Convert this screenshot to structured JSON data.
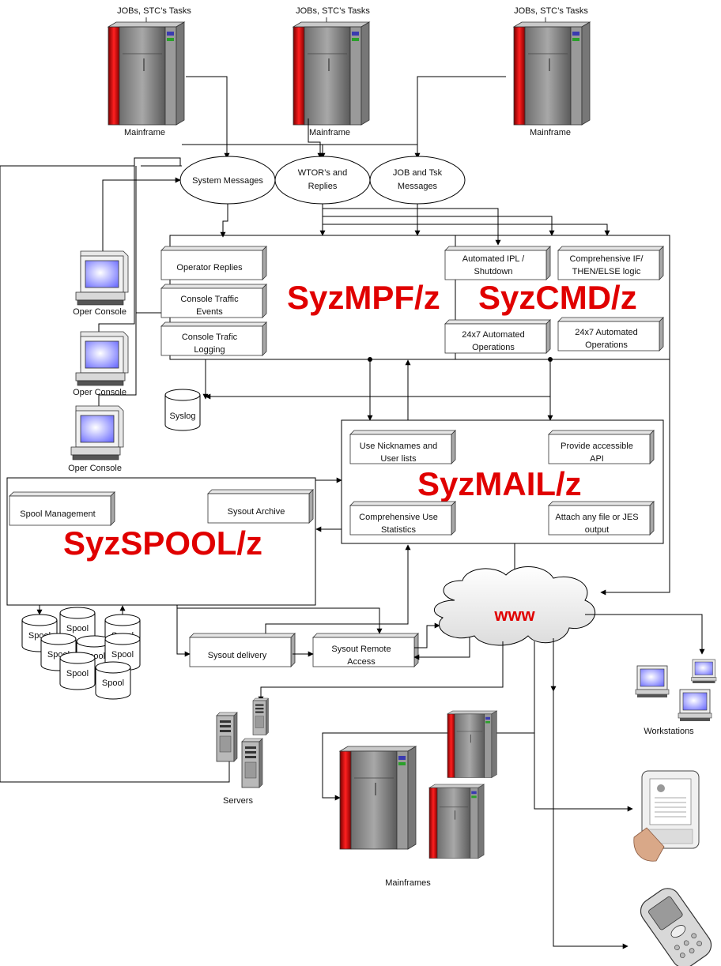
{
  "colors": {
    "brand_red": "#e00000",
    "line": "#000000",
    "box_face": "#ffffff",
    "box_side": "#c8c8c8",
    "screen": "#7f80ff"
  },
  "top": {
    "mainframes": [
      {
        "caption": "JOBs, STC’s Tasks",
        "label": "Mainframe"
      },
      {
        "caption": "JOBs, STC’s Tasks",
        "label": "Mainframe"
      },
      {
        "caption": "JOBs, STC’s Tasks",
        "label": "Mainframe"
      }
    ]
  },
  "ellipses": {
    "system_messages": "System Messages",
    "wtor_line1": "WTOR’s and",
    "wtor_line2": "Replies",
    "job_line1": "JOB and Tsk",
    "job_line2": "Messages"
  },
  "consoles": [
    "Oper Console",
    "Oper Console",
    "Oper Console"
  ],
  "syzmpf": {
    "title": "SyzMPF/z",
    "boxes": [
      {
        "line1": "Operator Replies",
        "line2": ""
      },
      {
        "line1": "Console Traffic",
        "line2": "Events"
      },
      {
        "line1": "Console Trafic",
        "line2": "Logging"
      }
    ]
  },
  "syzcmd": {
    "title": "SyzCMD/z",
    "boxes": [
      {
        "line1": "Automated IPL /",
        "line2": "Shutdown"
      },
      {
        "line1": "Comprehensive IF/",
        "line2": "THEN/ELSE logic"
      },
      {
        "line1": "24x7 Automated",
        "line2": "Operations"
      },
      {
        "line1": "24x7 Automated",
        "line2": "Operations"
      }
    ]
  },
  "syslog": "Syslog",
  "syzmail": {
    "title": "SyzMAIL/z",
    "boxes": [
      {
        "line1": "Use Nicknames and",
        "line2": "User lists"
      },
      {
        "line1": "Provide accessible",
        "line2": "API"
      },
      {
        "line1": "Comprehensive Use",
        "line2": "Statistics"
      },
      {
        "line1": "Attach any file or JES",
        "line2": "output"
      }
    ]
  },
  "syzspool": {
    "title": "SyzSPOOL/z",
    "boxes": [
      "Spool Management",
      "Sysout Archive"
    ]
  },
  "spool_label": "Spool",
  "sysout_delivery": "Sysout delivery",
  "sysout_remote_line1": "Sysout Remote",
  "sysout_remote_line2": "Access",
  "www": "www",
  "workstations": "Workstations",
  "servers": "Servers",
  "mainframes_bottom": "Mainframes"
}
